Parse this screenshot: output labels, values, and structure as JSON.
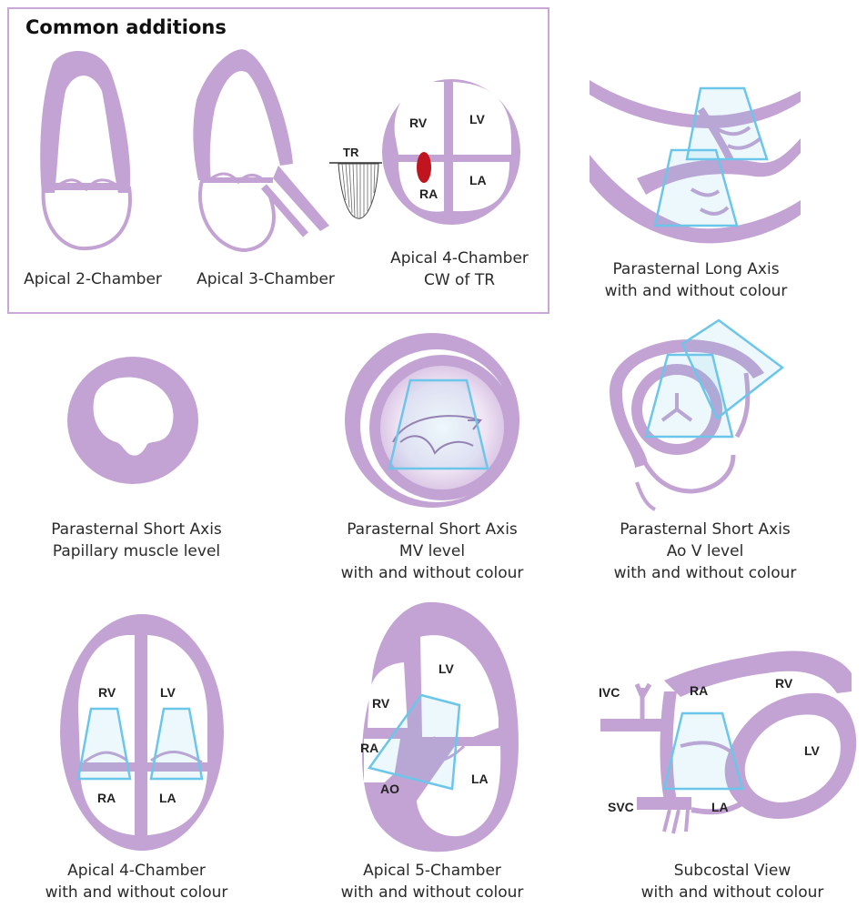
{
  "box_title": "Common additions",
  "colors": {
    "wall": "#c3a3d3",
    "probe": "#6cc6ea",
    "jet": "#c0151e",
    "frame": "#c8a8d8"
  },
  "views": [
    {
      "id": "a2c",
      "lines": [
        "Apical 2-Chamber"
      ]
    },
    {
      "id": "a3c",
      "lines": [
        "Apical 3-Chamber"
      ]
    },
    {
      "id": "a4c_cw",
      "lines": [
        "Apical 4-Chamber",
        "CW of TR"
      ],
      "labels": {
        "rv": "RV",
        "lv": "LV",
        "ra": "RA",
        "la": "LA",
        "tr": "TR"
      }
    },
    {
      "id": "plax",
      "lines": [
        "Parasternal Long Axis",
        "with and without colour"
      ]
    },
    {
      "id": "psax_pap",
      "lines": [
        "Parasternal Short Axis",
        "Papillary muscle level"
      ]
    },
    {
      "id": "psax_mv",
      "lines": [
        "Parasternal Short Axis",
        "MV level",
        "with and without colour"
      ]
    },
    {
      "id": "psax_aov",
      "lines": [
        "Parasternal Short Axis",
        "Ao V level",
        "with and without colour"
      ]
    },
    {
      "id": "a4c",
      "lines": [
        "Apical 4-Chamber",
        "with and without colour"
      ],
      "labels": {
        "rv": "RV",
        "lv": "LV",
        "ra": "RA",
        "la": "LA"
      }
    },
    {
      "id": "a5c",
      "lines": [
        "Apical 5-Chamber",
        "with and without colour"
      ],
      "labels": {
        "lv": "LV",
        "rv": "RV",
        "ra": "RA",
        "ao": "AO",
        "la": "LA"
      }
    },
    {
      "id": "subcostal",
      "lines": [
        "Subcostal View",
        "with and without colour"
      ],
      "labels": {
        "ivc": "IVC",
        "ra": "RA",
        "rv": "RV",
        "lv": "LV",
        "svc": "SVC",
        "la": "LA"
      }
    }
  ]
}
